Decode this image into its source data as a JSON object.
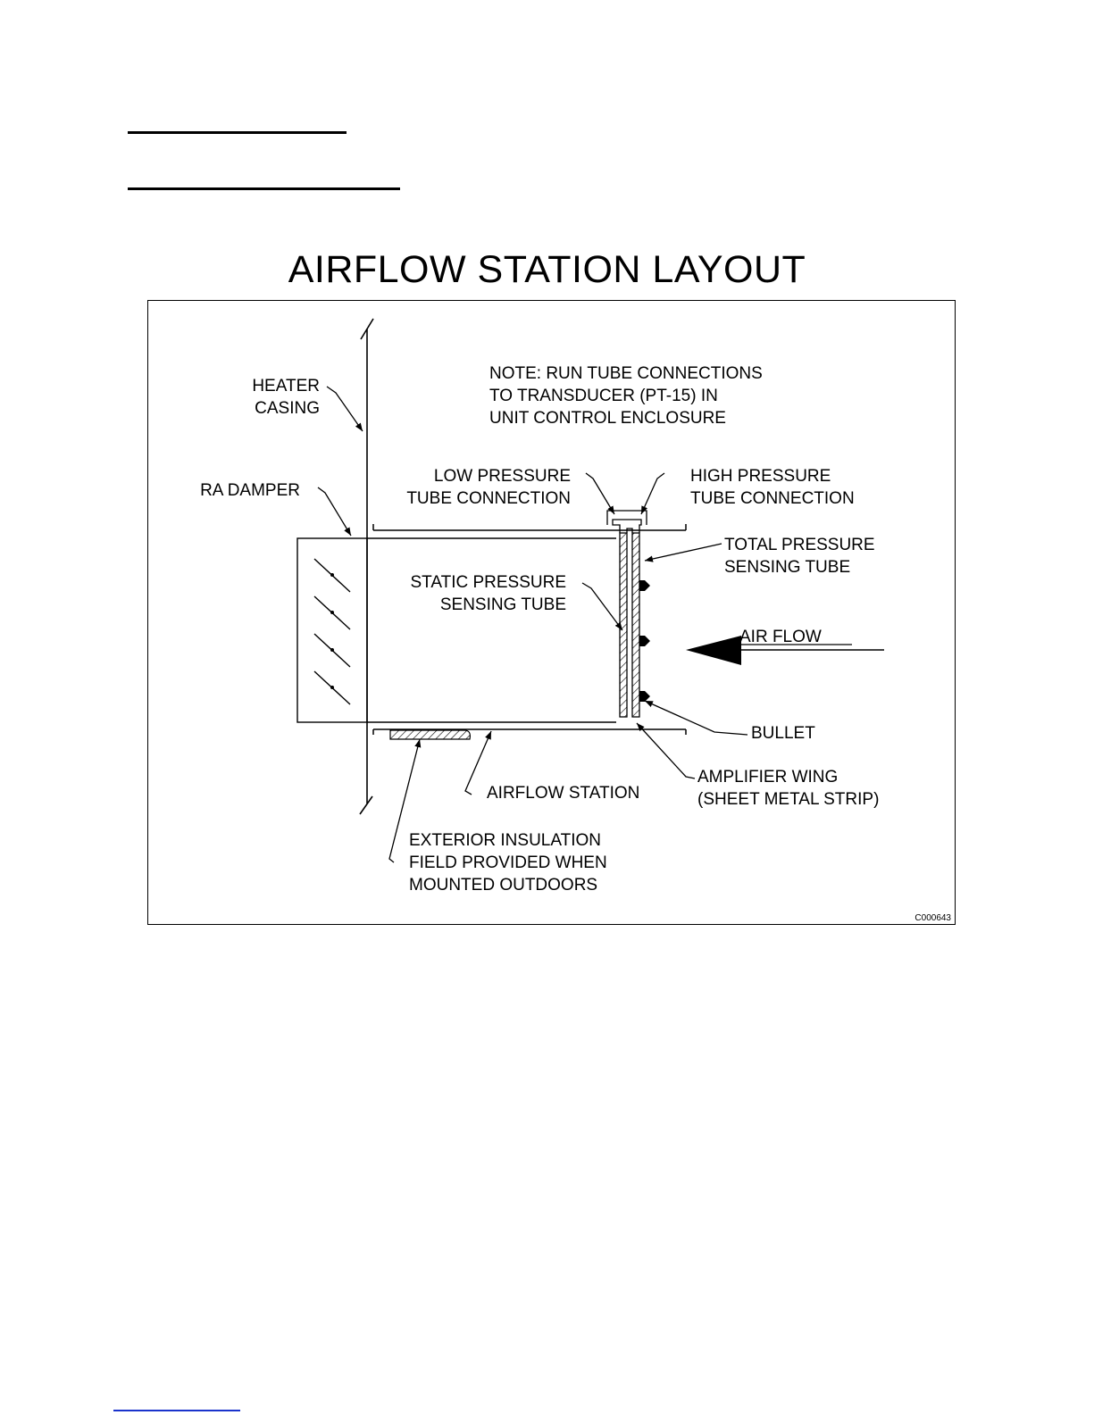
{
  "diagram": {
    "title": "AIRFLOW STATION LAYOUT",
    "note": [
      "NOTE: RUN TUBE CONNECTIONS",
      "TO TRANSDUCER (PT-15) IN",
      "UNIT CONTROL ENCLOSURE"
    ],
    "heater_casing": [
      "HEATER",
      "CASING"
    ],
    "ra_damper": "RA DAMPER",
    "low_pressure": [
      "LOW PRESSURE",
      "TUBE CONNECTION"
    ],
    "high_pressure": [
      "HIGH PRESSURE",
      "TUBE CONNECTION"
    ],
    "total_pressure": [
      "TOTAL PRESSURE",
      "SENSING TUBE"
    ],
    "static_pressure": [
      "STATIC PRESSURE",
      "SENSING TUBE"
    ],
    "air_flow": "AIR FLOW",
    "bullet": "BULLET",
    "amplifier": [
      "AMPLIFIER WING",
      "(SHEET METAL STRIP)"
    ],
    "airflow_station": "AIRFLOW STATION",
    "insulation": [
      "EXTERIOR INSULATION",
      "FIELD PROVIDED WHEN",
      "MOUNTED OUTDOORS"
    ],
    "drawing_code": "C000643"
  }
}
